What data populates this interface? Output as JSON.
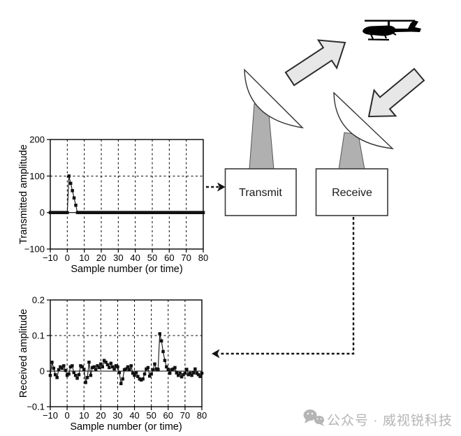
{
  "boxes": {
    "transmit": "Transmit",
    "receive": "Receive"
  },
  "icons": {
    "helicopter": "helicopter-icon",
    "transmit_dish": "satellite-dish-icon",
    "receive_dish": "satellite-dish-icon",
    "outgoing_wave_arrow": "block-arrow-up-right-icon",
    "incoming_wave_arrow": "block-arrow-down-left-icon",
    "wechat": "wechat-icon"
  },
  "colors": {
    "ink": "#000000",
    "arrow_fill": "#e7e7e7",
    "arrow_stroke": "#2b2b2b",
    "stand_gray": "#b0b0b0",
    "watermark_gray": "#b5b5b5"
  },
  "watermark": {
    "text": "公众号 · 威视锐科技"
  },
  "chart_data": [
    {
      "type": "line",
      "title": "",
      "ylabel": "Transmitted amplitude",
      "xlabel": "Sample number (or time)",
      "xlim": [
        -10,
        80
      ],
      "ylim": [
        -100,
        200
      ],
      "xticks": [
        -10,
        0,
        10,
        20,
        30,
        40,
        50,
        60,
        70,
        80
      ],
      "yticks": [
        -100,
        0,
        100,
        200
      ],
      "hline": 100,
      "zero_line": 0,
      "grid": "dashed-vertical",
      "legend": "none",
      "marker": "square",
      "x_start": -10,
      "x_step": 1,
      "values": [
        0,
        0,
        0,
        0,
        0,
        0,
        0,
        0,
        0,
        0,
        0,
        100,
        80,
        60,
        40,
        20,
        0,
        0,
        0,
        0,
        0,
        0,
        0,
        0,
        0,
        0,
        0,
        0,
        0,
        0,
        0,
        0,
        0,
        0,
        0,
        0,
        0,
        0,
        0,
        0,
        0,
        0,
        0,
        0,
        0,
        0,
        0,
        0,
        0,
        0,
        0,
        0,
        0,
        0,
        0,
        0,
        0,
        0,
        0,
        0,
        0,
        0,
        0,
        0,
        0,
        0,
        0,
        0,
        0,
        0,
        0,
        0,
        0,
        0,
        0,
        0,
        0,
        0,
        0,
        0,
        0,
        0,
        0,
        0,
        0,
        0,
        0,
        0,
        0,
        0,
        0
      ]
    },
    {
      "type": "line",
      "title": "",
      "ylabel": "Received amplitude",
      "xlabel": "Sample number (or time)",
      "xlim": [
        -10,
        80
      ],
      "ylim": [
        -0.1,
        0.2
      ],
      "xticks": [
        -10,
        0,
        10,
        20,
        30,
        40,
        50,
        60,
        70,
        80
      ],
      "yticks": [
        -0.1,
        0,
        0.1,
        0.2
      ],
      "hline": 0.1,
      "zero_line": 0,
      "grid": "dashed-vertical",
      "legend": "none",
      "marker": "square",
      "x_start": -10,
      "x_step": 1,
      "values": [
        -0.012,
        0.025,
        0.008,
        -0.01,
        -0.018,
        0.004,
        0.012,
        0.008,
        0.015,
        0.002,
        -0.012,
        -0.008,
        0.012,
        0.015,
        -0.004,
        -0.012,
        -0.02,
        -0.01,
        0.015,
        0.012,
        0.005,
        -0.032,
        -0.018,
        0.025,
        -0.012,
        0.01,
        0.012,
        0.004,
        0.015,
        0.01,
        0.02,
        0.012,
        0.03,
        0.025,
        0.018,
        0.01,
        0.022,
        0.012,
        0.006,
        0.015,
        0.012,
        -0.004,
        -0.035,
        -0.022,
        0.004,
        0.006,
        0.012,
        0.005,
        0.015,
        -0.006,
        -0.012,
        -0.004,
        -0.015,
        -0.022,
        -0.025,
        -0.022,
        -0.008,
        0.006,
        0.01,
        -0.014,
        -0.008,
        0.004,
        0.02,
        0.006,
        0.005,
        0.105,
        0.085,
        0.055,
        0.03,
        0.012,
        0.005,
        -0.006,
        0.004,
        0.006,
        0.01,
        -0.005,
        -0.012,
        -0.006,
        -0.016,
        -0.01,
        -0.006,
        0.005,
        -0.01,
        -0.006,
        -0.012,
        -0.005,
        0.006,
        -0.006,
        -0.01,
        -0.015,
        -0.006
      ]
    }
  ]
}
